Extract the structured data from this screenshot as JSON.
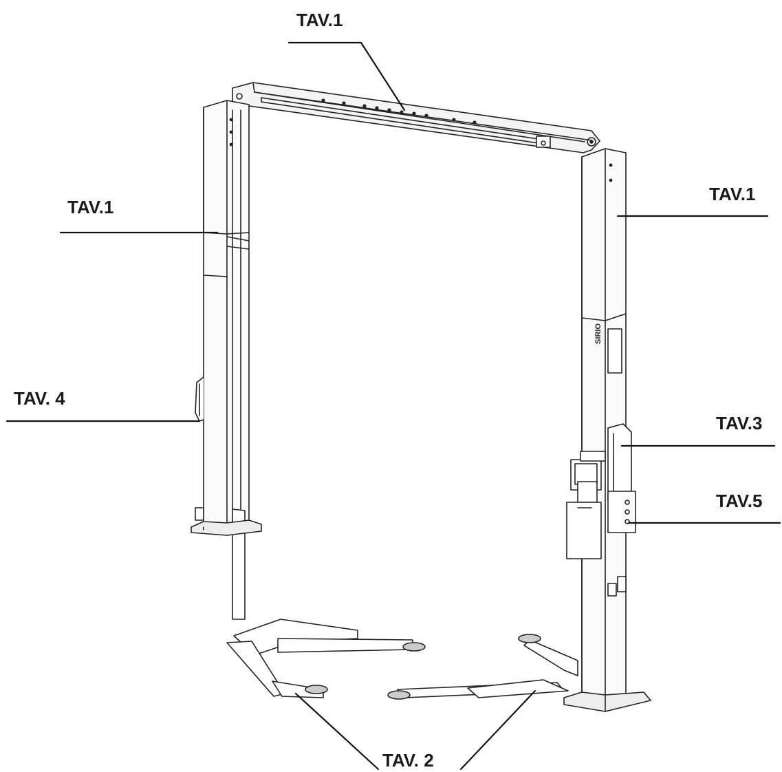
{
  "diagram": {
    "callouts": [
      {
        "id": "top-beam",
        "text": "TAV.1"
      },
      {
        "id": "left-post",
        "text": "TAV.1"
      },
      {
        "id": "right-post",
        "text": "TAV.1"
      },
      {
        "id": "left-side",
        "text": "TAV. 4"
      },
      {
        "id": "carriage",
        "text": "TAV.3"
      },
      {
        "id": "control-box",
        "text": "TAV.5"
      },
      {
        "id": "arms",
        "text": "TAV. 2"
      }
    ],
    "brand_mark": "SIRIO"
  }
}
